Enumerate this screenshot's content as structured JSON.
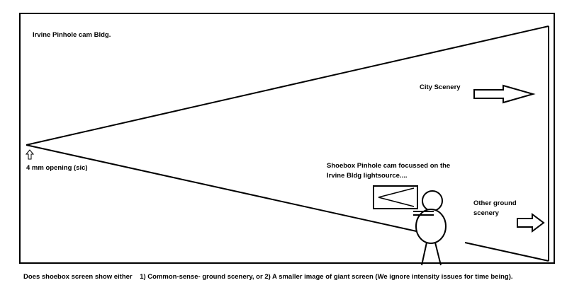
{
  "building": {
    "title": "Irvine Pinhole cam Bldg."
  },
  "labels": {
    "opening": "4 mm opening (sic)",
    "city_scenery": "City Scenery",
    "shoebox_line1": "Shoebox Pinhole cam focussed on the",
    "shoebox_line2": "Irvine Bldg lightsource....",
    "other_ground_line1": "Other ground",
    "other_ground_line2": "scenery"
  },
  "caption": "Does shoebox screen show either    1) Common-sense- ground scenery, or 2) A smaller image of giant screen (We ignore intensity issues for time being).",
  "colors": {
    "ink": "#000000",
    "background": "#ffffff"
  },
  "icons": {
    "opening_marker": "up-arrow-icon",
    "city_arrow": "right-arrow-icon",
    "ground_arrow": "right-arrow-icon"
  }
}
